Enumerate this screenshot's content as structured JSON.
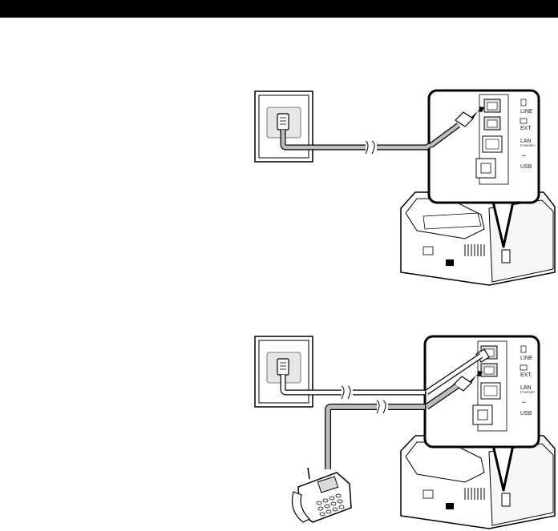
{
  "header_bar_color": "#000000",
  "callout_border_color": "#000000",
  "cable_color": "#bdbdbd",
  "port_labels": {
    "line": "LINE",
    "ext": "EXT.",
    "lan": "LAN",
    "lan_sub": "ETHERNET",
    "usb": "USB"
  },
  "figures": [
    {
      "id": "wall-jack-to-line",
      "components": [
        "wall-jack-icon",
        "phone-cable",
        "printer-fax",
        "line-port-callout"
      ]
    },
    {
      "id": "wall-jack-to-line-with-external-phone",
      "components": [
        "wall-jack-icon",
        "phone-cable",
        "second-phone-cable",
        "telephone-icon",
        "printer-fax",
        "line-port-callout"
      ]
    }
  ]
}
